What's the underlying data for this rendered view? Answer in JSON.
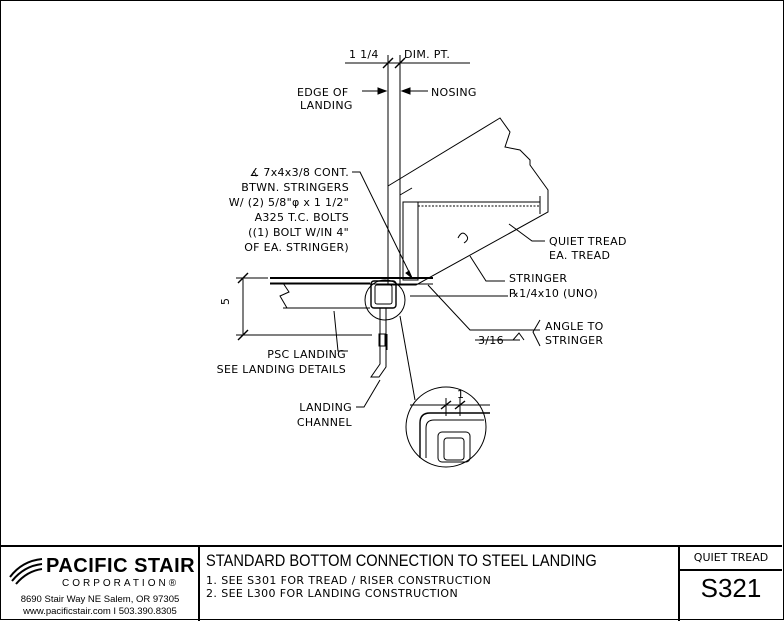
{
  "drawing": {
    "dims": {
      "left": "1 1/4",
      "right": "DIM. PT.",
      "vertical": "5",
      "detail": "1"
    },
    "labels": {
      "edge_of_landing": [
        "EDGE OF",
        "LANDING"
      ],
      "nosing": "NOSING",
      "angle_note": [
        "∡ 7x4x3/8 CONT.",
        "BTWN. STRINGERS",
        "W/ (2) 5/8\"φ x 1 1/2\"",
        "A325 T.C. BOLTS",
        "((1) BOLT W/IN 4\"",
        "OF EA. STRINGER)"
      ],
      "quiet_tread": [
        "QUIET TREAD",
        "EA. TREAD"
      ],
      "stringer": [
        "STRINGER",
        "℞1/4x10 (UNO)"
      ],
      "weld": "3/16",
      "angle_to_stringer": [
        "ANGLE TO",
        "STRINGER"
      ],
      "psc_landing": [
        "PSC LANDING",
        "SEE LANDING DETAILS"
      ],
      "landing_channel": [
        "LANDING",
        "CHANNEL"
      ]
    }
  },
  "titleblock": {
    "company": "PACIFIC STAIR",
    "company_sub": "CORPORATION®",
    "address": "8690 Stair Way NE Salem, OR 97305",
    "contact": "www.pacificstair.com  I  503.390.8305",
    "title": "STANDARD BOTTOM CONNECTION TO STEEL LANDING",
    "notes": [
      "1. SEE S301 FOR TREAD / RISER CONSTRUCTION",
      "2. SEE L300 FOR LANDING CONSTRUCTION"
    ],
    "category": "QUIET TREAD",
    "sheet": "S321"
  }
}
